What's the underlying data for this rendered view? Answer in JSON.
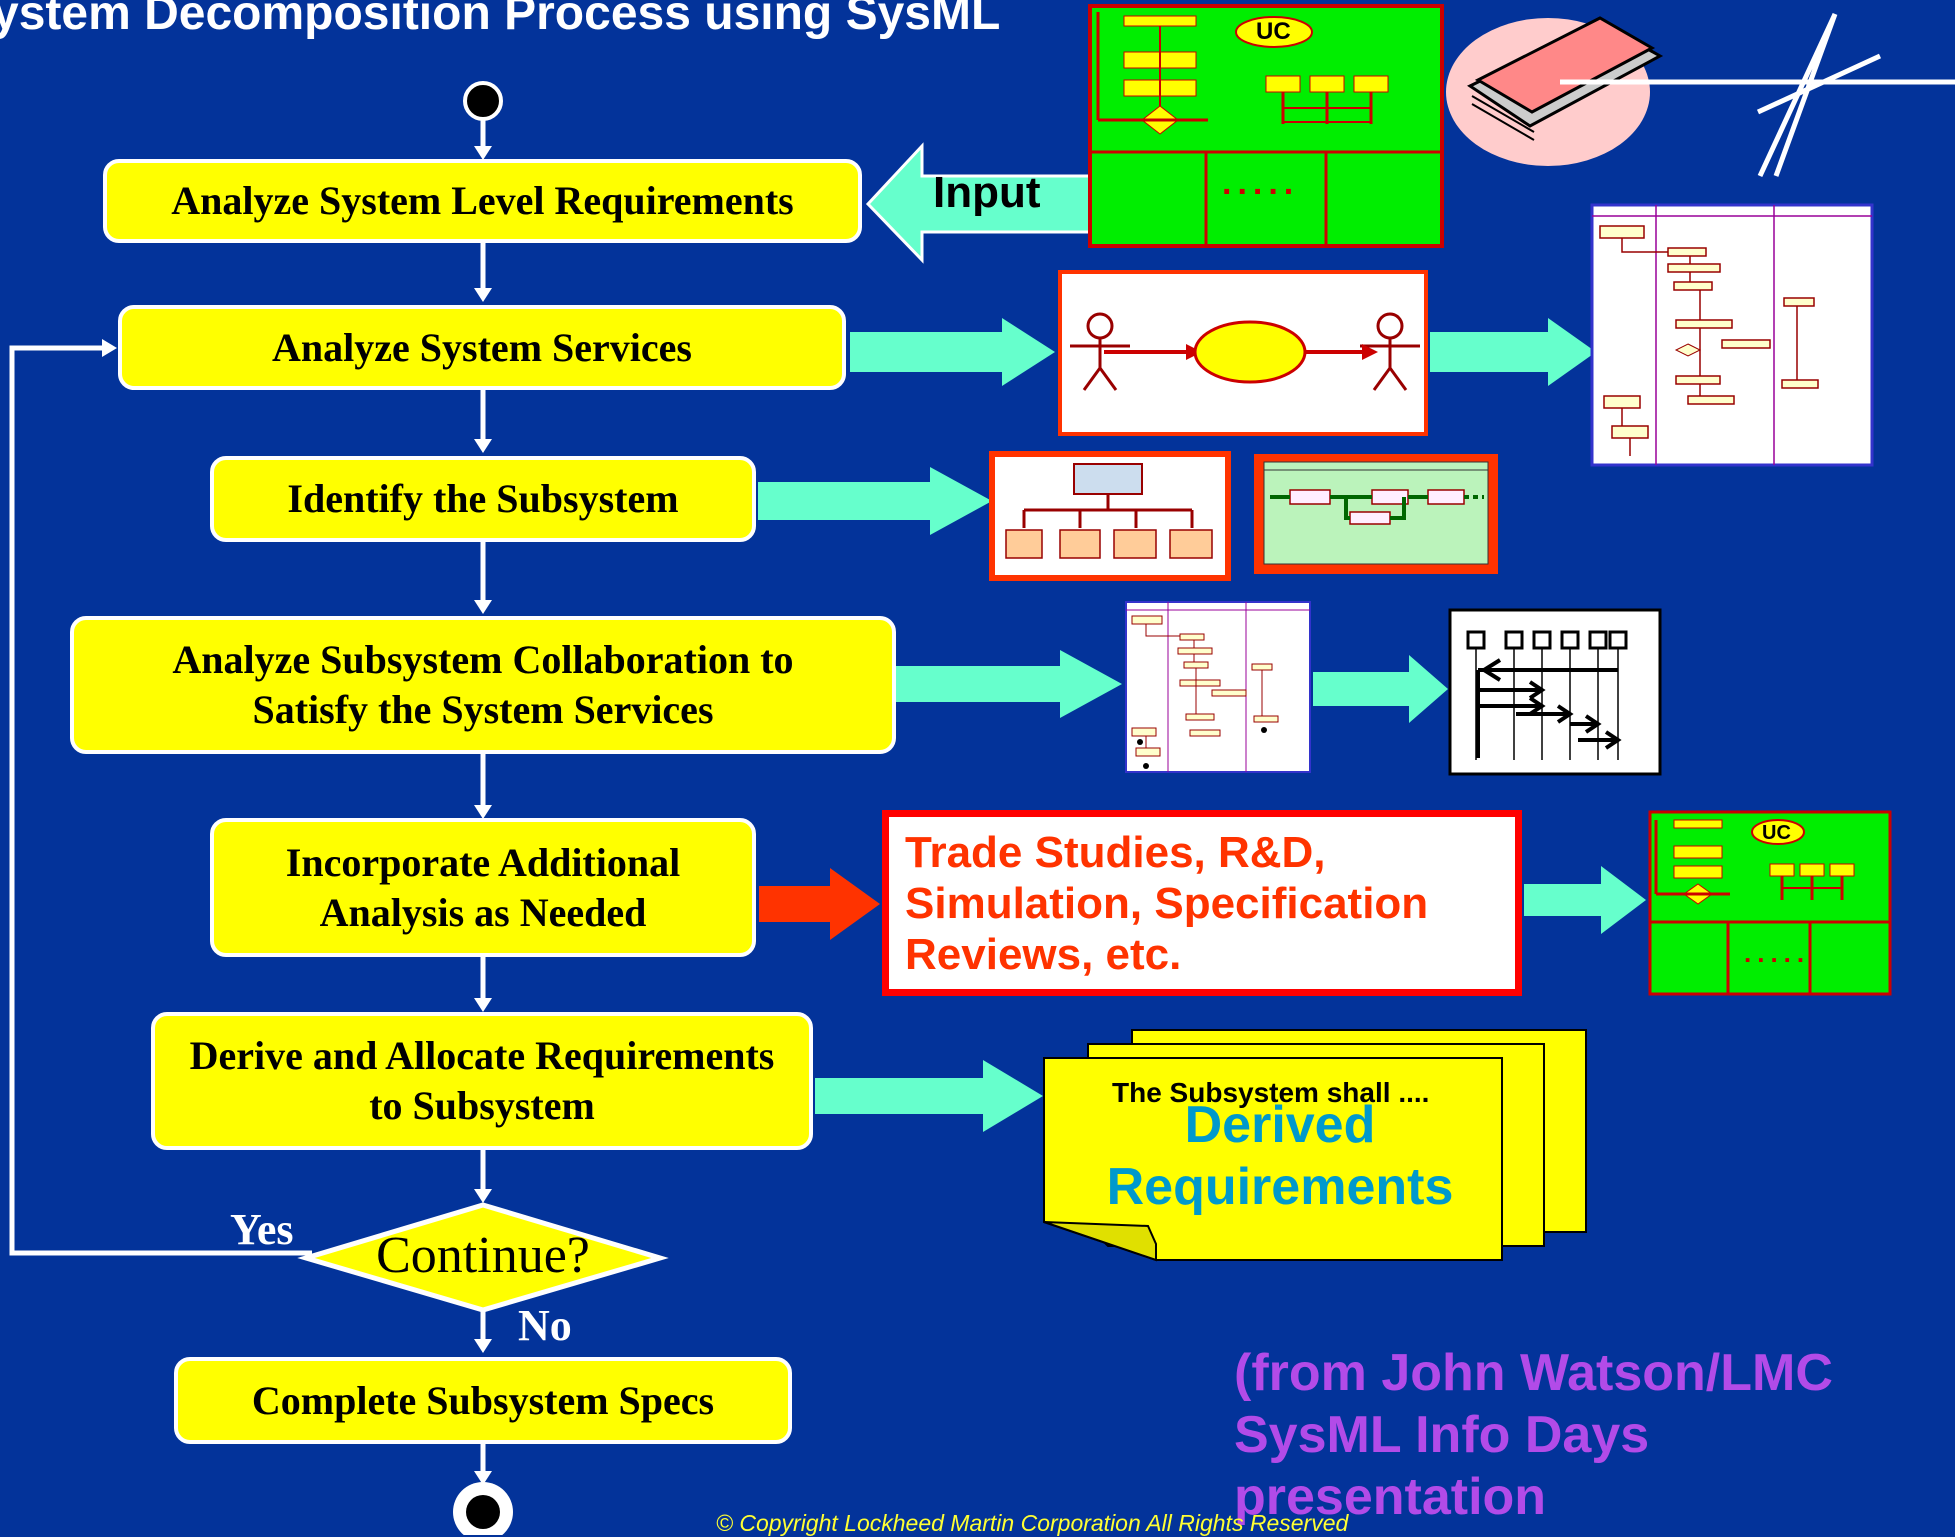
{
  "title": "ystem Decomposition Process using SysML",
  "steps": [
    {
      "id": "analyze-system-level-requirements",
      "label": "Analyze System Level Requirements"
    },
    {
      "id": "analyze-system-services",
      "label": "Analyze System Services"
    },
    {
      "id": "identify-subsystem",
      "label": "Identify the Subsystem"
    },
    {
      "id": "analyze-subsystem-collaboration",
      "label": "Analyze Subsystem Collaboration to\nSatisfy the System Services"
    },
    {
      "id": "incorporate-additional-analysis",
      "label": "Incorporate Additional\nAnalysis as Needed"
    },
    {
      "id": "derive-allocate-requirements",
      "label": "Derive and Allocate Requirements\nto Subsystem"
    },
    {
      "id": "complete-subsystem-specs",
      "label": "Complete Subsystem Specs"
    }
  ],
  "decision": {
    "label": "Continue?",
    "yes": "Yes",
    "no": "No"
  },
  "input_label": "Input",
  "trade_studies": "Trade Studies, R&D,\nSimulation, Specification\nReviews, etc.",
  "derived_requirements": {
    "shall_text": "The Subsystem shall ....",
    "label": "Derived\nRequirements"
  },
  "thumbnails": {
    "uc_badge": "UC",
    "dots": "....."
  },
  "source_note": "(from John Watson/LMC\nSysML Info Days presentation",
  "copyright": "© Copyright Lockheed Martin Corporation All Rights Reserved",
  "colors": {
    "background": "#03339a",
    "step_fill": "#ffff00",
    "arrow_fill": "#66ffcc",
    "trade_border": "#ff0000",
    "trade_text": "#ff3300",
    "source_text": "#b24be8",
    "derived_text": "#0099cc",
    "thumb_green": "#00ee00"
  }
}
